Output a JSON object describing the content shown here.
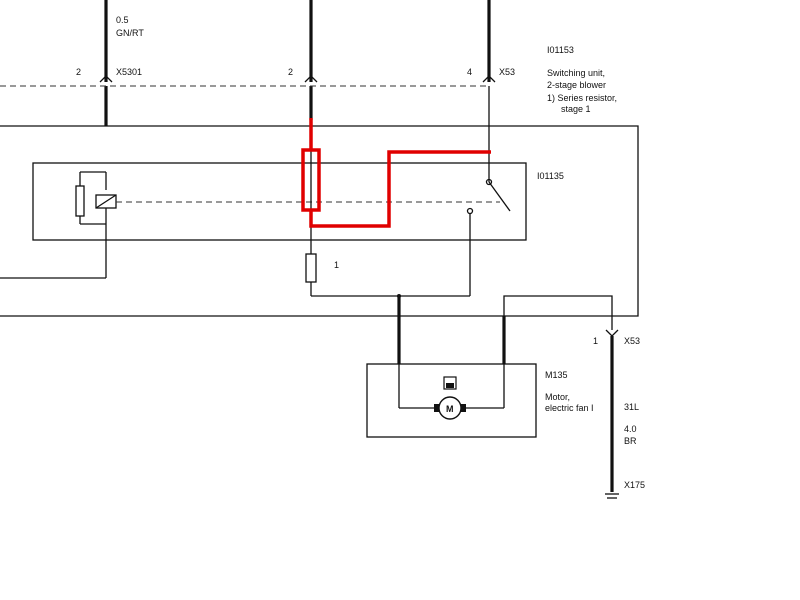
{
  "wire_top_left": {
    "gauge": "0.5",
    "color_code": "GN/RT"
  },
  "connectors": {
    "x5301_pin": "2",
    "x5301": "X5301",
    "center_pin": "2",
    "x53_top_pin": "4",
    "x53_top": "X53",
    "x53_right_pin": "1",
    "x53_right": "X53",
    "x175": "X175"
  },
  "component_i01153": {
    "id": "I01153",
    "desc_line1": "Switching unit,",
    "desc_line2": "2-stage blower",
    "note_line1": "1)  Series resistor,",
    "note_line2": "stage 1"
  },
  "component_i01135": {
    "id": "I01135"
  },
  "resistor_label": "1",
  "motor": {
    "id": "M135",
    "desc_line1": "Motor,",
    "desc_line2": "electric fan I",
    "symbol": "M"
  },
  "wire_ground": {
    "circuit": "31L",
    "gauge": "4.0",
    "color_code": "BR"
  },
  "highlight_color": "#e00000"
}
